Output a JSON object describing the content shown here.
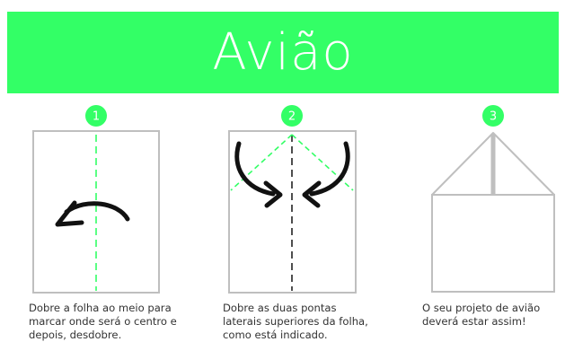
{
  "title": "Avião",
  "colors": {
    "banner": "#33ff66",
    "badge": "#33ff66",
    "fold_line": "#33ff66",
    "outline": "#bfbfbf",
    "arrow": "#111111",
    "caption_text": "#333333"
  },
  "steps": [
    {
      "number": "1",
      "caption": "Dobre a folha ao meio para marcar onde será o centro e depois, desdobre."
    },
    {
      "number": "2",
      "caption": "Dobre as duas pontas laterais superiores da folha, como está indicado."
    },
    {
      "number": "3",
      "caption": "O seu projeto de avião deverá estar assim!"
    }
  ]
}
